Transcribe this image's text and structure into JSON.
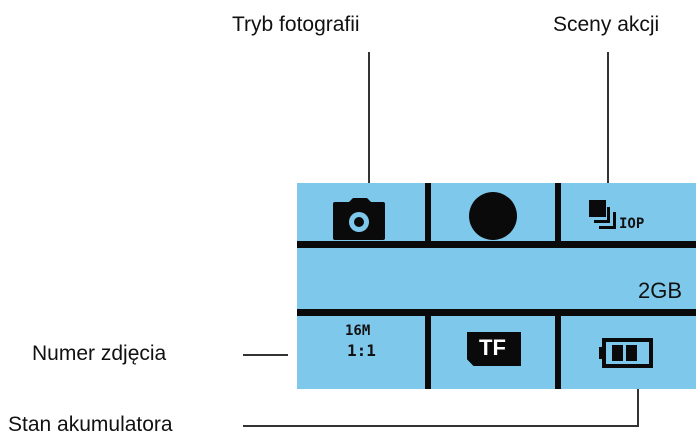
{
  "labels": {
    "photo_mode": "Tryb fotografii",
    "action_scenes": "Sceny akcji",
    "photo_number": "Numer zdjęcia",
    "battery_state": "Stan akumulatora"
  },
  "screen": {
    "capacity": "2GB",
    "iop_tag": "IOP",
    "resolution_tag": "16M",
    "ratio_tag": "1:1",
    "card_tag": "TF"
  },
  "icons": [
    "camera-icon",
    "record-dot-icon",
    "burst-icon",
    "card-icon",
    "battery-icon"
  ],
  "colors": {
    "screen_bg": "#7ec8ec",
    "ink": "#0a0a0a"
  }
}
